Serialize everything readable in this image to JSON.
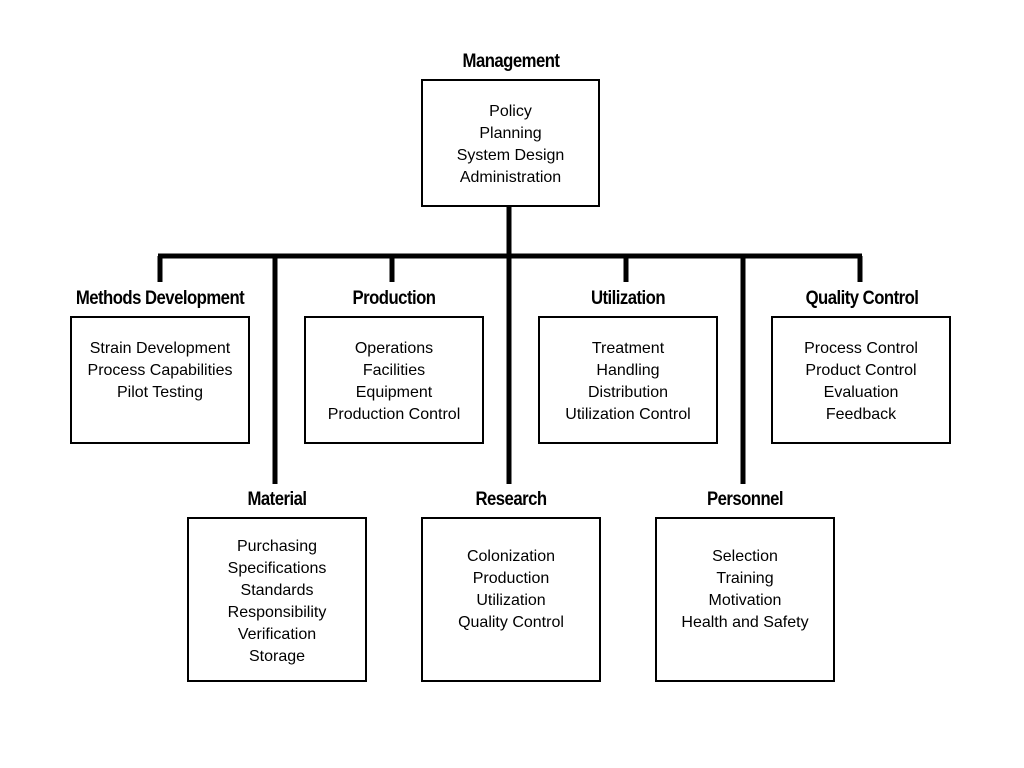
{
  "management": {
    "title": "Management",
    "items": [
      "Policy",
      "Planning",
      "System Design",
      "Administration"
    ]
  },
  "upper_units": [
    {
      "title": "Methods Development",
      "items": [
        "Strain Development",
        "Process Capabilities",
        "Pilot Testing"
      ]
    },
    {
      "title": "Production",
      "items": [
        "Operations",
        "Facilities",
        "Equipment",
        "Production Control"
      ]
    },
    {
      "title": "Utilization",
      "items": [
        "Treatment",
        "Handling",
        "Distribution",
        "Utilization Control"
      ]
    },
    {
      "title": "Quality Control",
      "items": [
        "Process Control",
        "Product Control",
        "Evaluation",
        "Feedback"
      ]
    }
  ],
  "lower_units": [
    {
      "title": "Material",
      "items": [
        "Purchasing",
        "Specifications",
        "Standards",
        "Responsibility",
        "Verification",
        "Storage"
      ]
    },
    {
      "title": "Research",
      "items": [
        "Colonization",
        "Production",
        "Utilization",
        "Quality Control"
      ]
    },
    {
      "title": "Personnel",
      "items": [
        "Selection",
        "Training",
        "Motivation",
        "Health and Safety"
      ]
    }
  ]
}
